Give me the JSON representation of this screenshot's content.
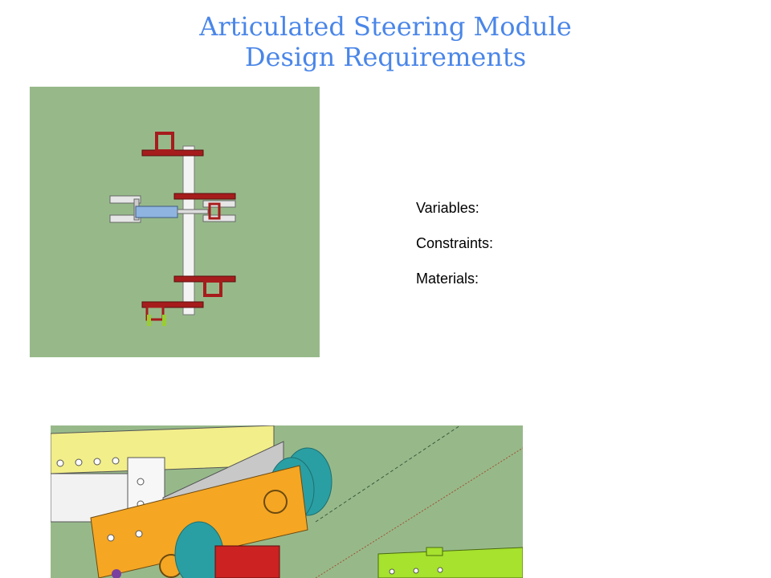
{
  "title": {
    "line1": "Articulated Steering Module",
    "line2": "Design Requirements"
  },
  "requirements": {
    "variables_label": "Variables:",
    "constraints_label": "Constraints:",
    "materials_label": "Materials:"
  },
  "colors": {
    "title": "#4a86e8",
    "render_background": "#97b98a",
    "bracket_red": "#a61c1c",
    "cylinder_blue": "#8fb4e0",
    "beam_yellow": "#f2ee8a",
    "beam_orange": "#f5a623",
    "wheel_teal": "#2a9fa3",
    "beam_gray": "#b7b7b7",
    "beam_green": "#a6e22e"
  }
}
